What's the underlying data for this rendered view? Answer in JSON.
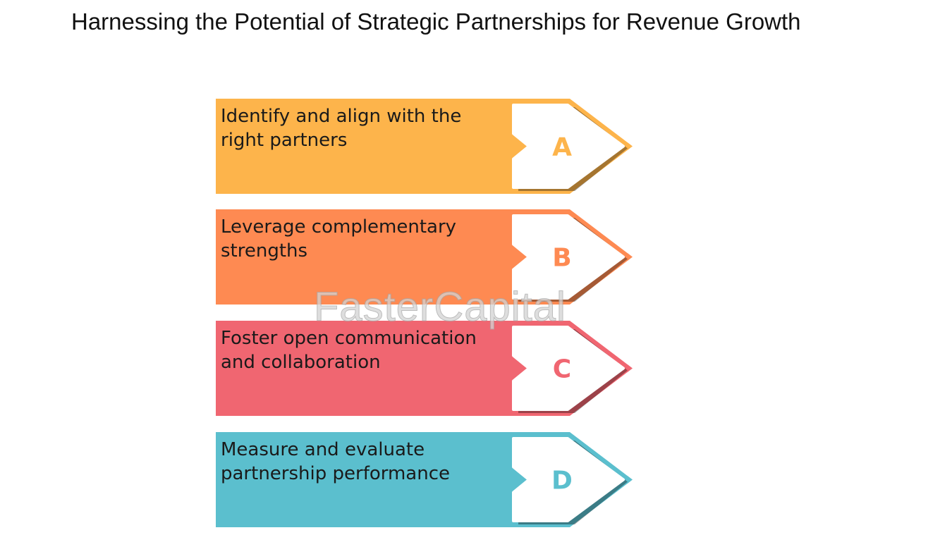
{
  "title": "Harnessing the Potential of Strategic Partnerships for Revenue Growth",
  "steps": [
    {
      "letter": "A",
      "text": "Identify and align with the right partners",
      "color": "#FDB44B"
    },
    {
      "letter": "B",
      "text": "Leverage complementary strengths",
      "color": "#FE8A52"
    },
    {
      "letter": "C",
      "text": "Foster open communication and collaboration",
      "color": "#F06671"
    },
    {
      "letter": "D",
      "text": "Measure and evaluate partnership performance",
      "color": "#5BBFCE"
    }
  ],
  "watermark": "FasterCapital"
}
